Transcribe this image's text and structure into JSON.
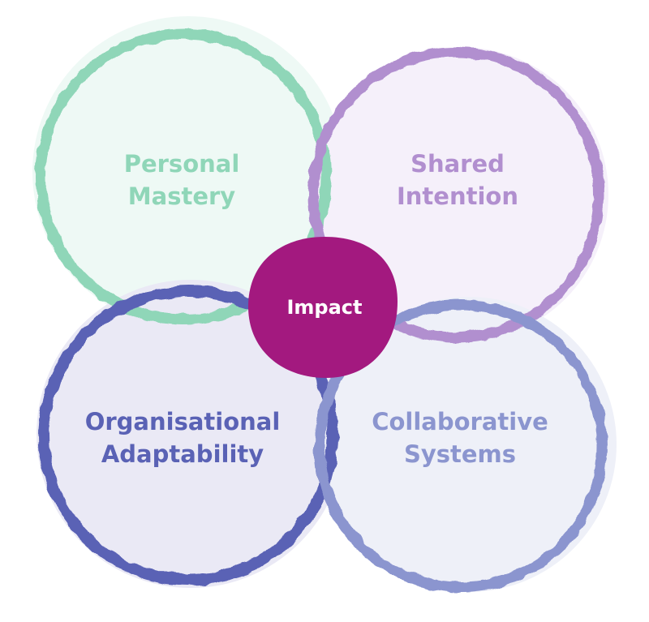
{
  "diagram": {
    "circles": [
      {
        "key": "personal",
        "line1": "Personal",
        "line2": "Mastery",
        "stroke": "#8fd6b8",
        "fill": "#eef9f5",
        "text": "#8fd6b8"
      },
      {
        "key": "shared",
        "line1": "Shared",
        "line2": "Intention",
        "stroke": "#b18fcf",
        "fill": "#f5f0fa",
        "text": "#b18fcf"
      },
      {
        "key": "organisational",
        "line1": "Organisational",
        "line2": "Adaptability",
        "stroke": "#5a62b5",
        "fill": "#eae9f5",
        "text": "#5a62b5"
      },
      {
        "key": "collaborative",
        "line1": "Collaborative",
        "line2": "Systems",
        "stroke": "#8b95cf",
        "fill": "#eef0f8",
        "text": "#8b95cf"
      }
    ],
    "center": {
      "label": "Impact",
      "fill": "#a3197f",
      "text": "#ffffff"
    }
  }
}
